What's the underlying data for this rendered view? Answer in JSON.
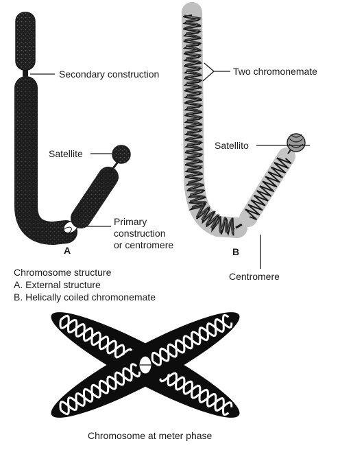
{
  "diagram_a": {
    "panel_letter": "A",
    "labels": {
      "secondary": "Secondary construction",
      "satellite": "Satellite",
      "primary_1": "Primary",
      "primary_2": "construction",
      "primary_3": "or centromere"
    }
  },
  "diagram_b": {
    "panel_letter": "B",
    "labels": {
      "chromonemata": "Two chromonemate",
      "satellite": "Satellito",
      "centromere": "Centromere"
    }
  },
  "caption_top": {
    "title": "Chromosome structure",
    "line_a": "A. External structure",
    "line_b": "B. Helically coiled chromonemate"
  },
  "caption_bottom": "Chromosome at meter phase",
  "colors": {
    "ink": "#1a1a1a",
    "paper": "#ffffff",
    "texture": "#555555"
  }
}
